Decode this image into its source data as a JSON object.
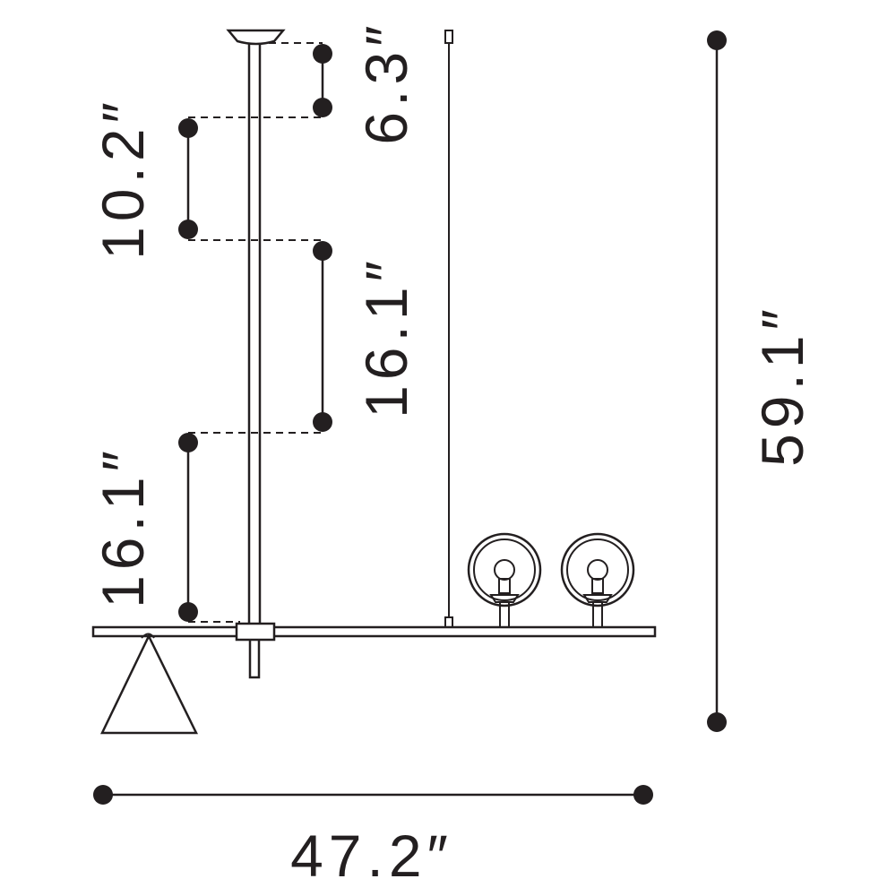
{
  "dimensions": {
    "canopy_drop": "6.3″",
    "rod_segment_1": "10.2″",
    "rod_segment_2": "16.1″",
    "rod_segment_3": "16.1″",
    "overall_height": "59.1″",
    "overall_width": "47.2″"
  },
  "colors": {
    "ink": "#231f20",
    "background": "#ffffff"
  }
}
